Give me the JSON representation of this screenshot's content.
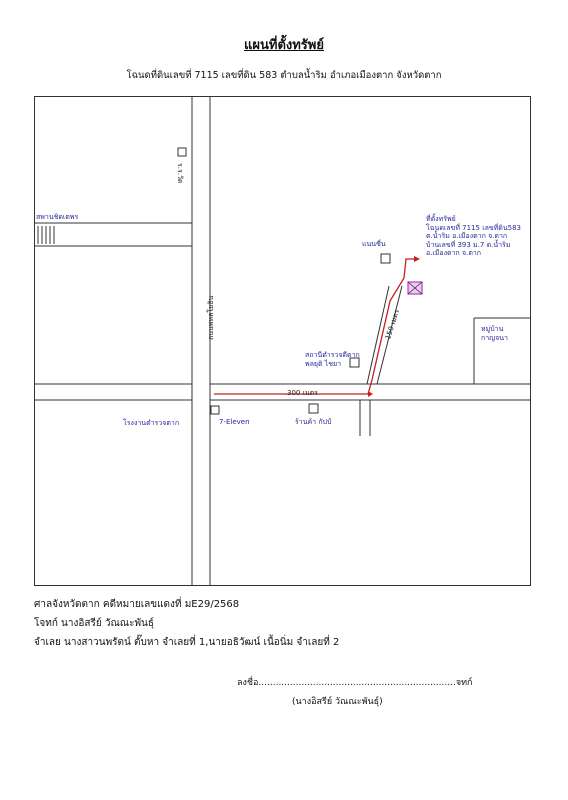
{
  "header": {
    "title": "แผนที่ตั้งทรัพย์",
    "subtitle": "โฉนดที่ดินเลขที่ 7115 เลขที่ดิน 583 ตำบลน้ำริม อำเภอเมืองตาก จังหวัดตาก"
  },
  "map": {
    "labels": {
      "temple": "ร.ร.วัด",
      "school_left": "สพานชิดเตพร",
      "road_vertical": "ถนนพหลโยธิน",
      "landmark_shop": "แนนซี่น",
      "property_block": "ที่ตั้งทรัพย์\nโฉนดเลขที่ 7115 เลขที่ดิน583\nต.น้ำริม อ.เมืองตาก จ.ตาก\nบ้านเลขที่ 393 ม.7 ต.น้ำริม\nอ.เมืองตาก จ.ตาก",
      "distance_diag": "150 เมตร",
      "distance_road": "300 เมตร",
      "village": "หมู่บ้าน\nกาญจนา",
      "mosque_near": "สถานีตำรวจดีตาก\nพลยุติ ไชยา",
      "factory": "โรงงานตำรวจตาก",
      "seven_eleven": "7-Eleven",
      "store": "ร้านค้า กัปป์"
    },
    "colors": {
      "route": "#c81e1e",
      "handwriting": "#2a2a9a",
      "property_marker": "#b040c0"
    }
  },
  "footer": {
    "court": "ศาลจังหวัดตาก คดีหมายเลขแดงที่ มE29/2568",
    "plaintiff": "โจทก์ นางอิสรีย์ วัณณะพันธุ์",
    "defendants": "จำเลย นางสาวนพรัตน์ ตั๊บหา จำเลยที่ 1,นายอธิวัฒน์ เนื้อนิ่ม จำเลยที่ 2",
    "signature_line": "ลงชื่อ.....................................................................จทก์",
    "signature_name": "(นางอิสรีย์ วัณณะพันธุ์)"
  }
}
